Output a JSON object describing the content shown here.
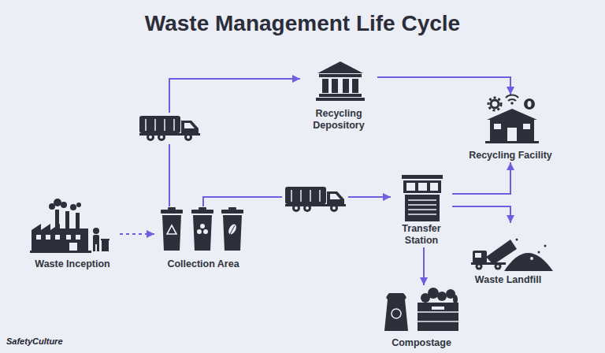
{
  "diagram": {
    "title": "Waste Management Life Cycle",
    "nodes": [
      {
        "text": [
          "Waste Inception"
        ]
      },
      {
        "text": [
          "Collection Area"
        ]
      },
      {
        "text": [
          "Recycling Depository"
        ]
      },
      {
        "text": [
          "Recycling Facility"
        ]
      },
      {
        "text": [
          "Transfer Station"
        ]
      },
      {
        "text": [
          "Waste Landfill"
        ]
      },
      {
        "text": [
          "Compostage"
        ]
      }
    ],
    "edges": [
      {
        "from": 0,
        "to": 1,
        "arrow": "to"
      },
      {
        "from": 1,
        "to": 2,
        "arrow": "to"
      },
      {
        "from": 2,
        "to": 3,
        "arrow": "to"
      },
      {
        "from": 1,
        "to": 4,
        "arrow": "to"
      },
      {
        "from": 4,
        "to": 3,
        "arrow": "to"
      },
      {
        "from": 4,
        "to": 5,
        "arrow": "to"
      },
      {
        "from": 4,
        "to": 6,
        "arrow": "to"
      }
    ],
    "labels": [
      "SafetyCulture"
    ]
  }
}
